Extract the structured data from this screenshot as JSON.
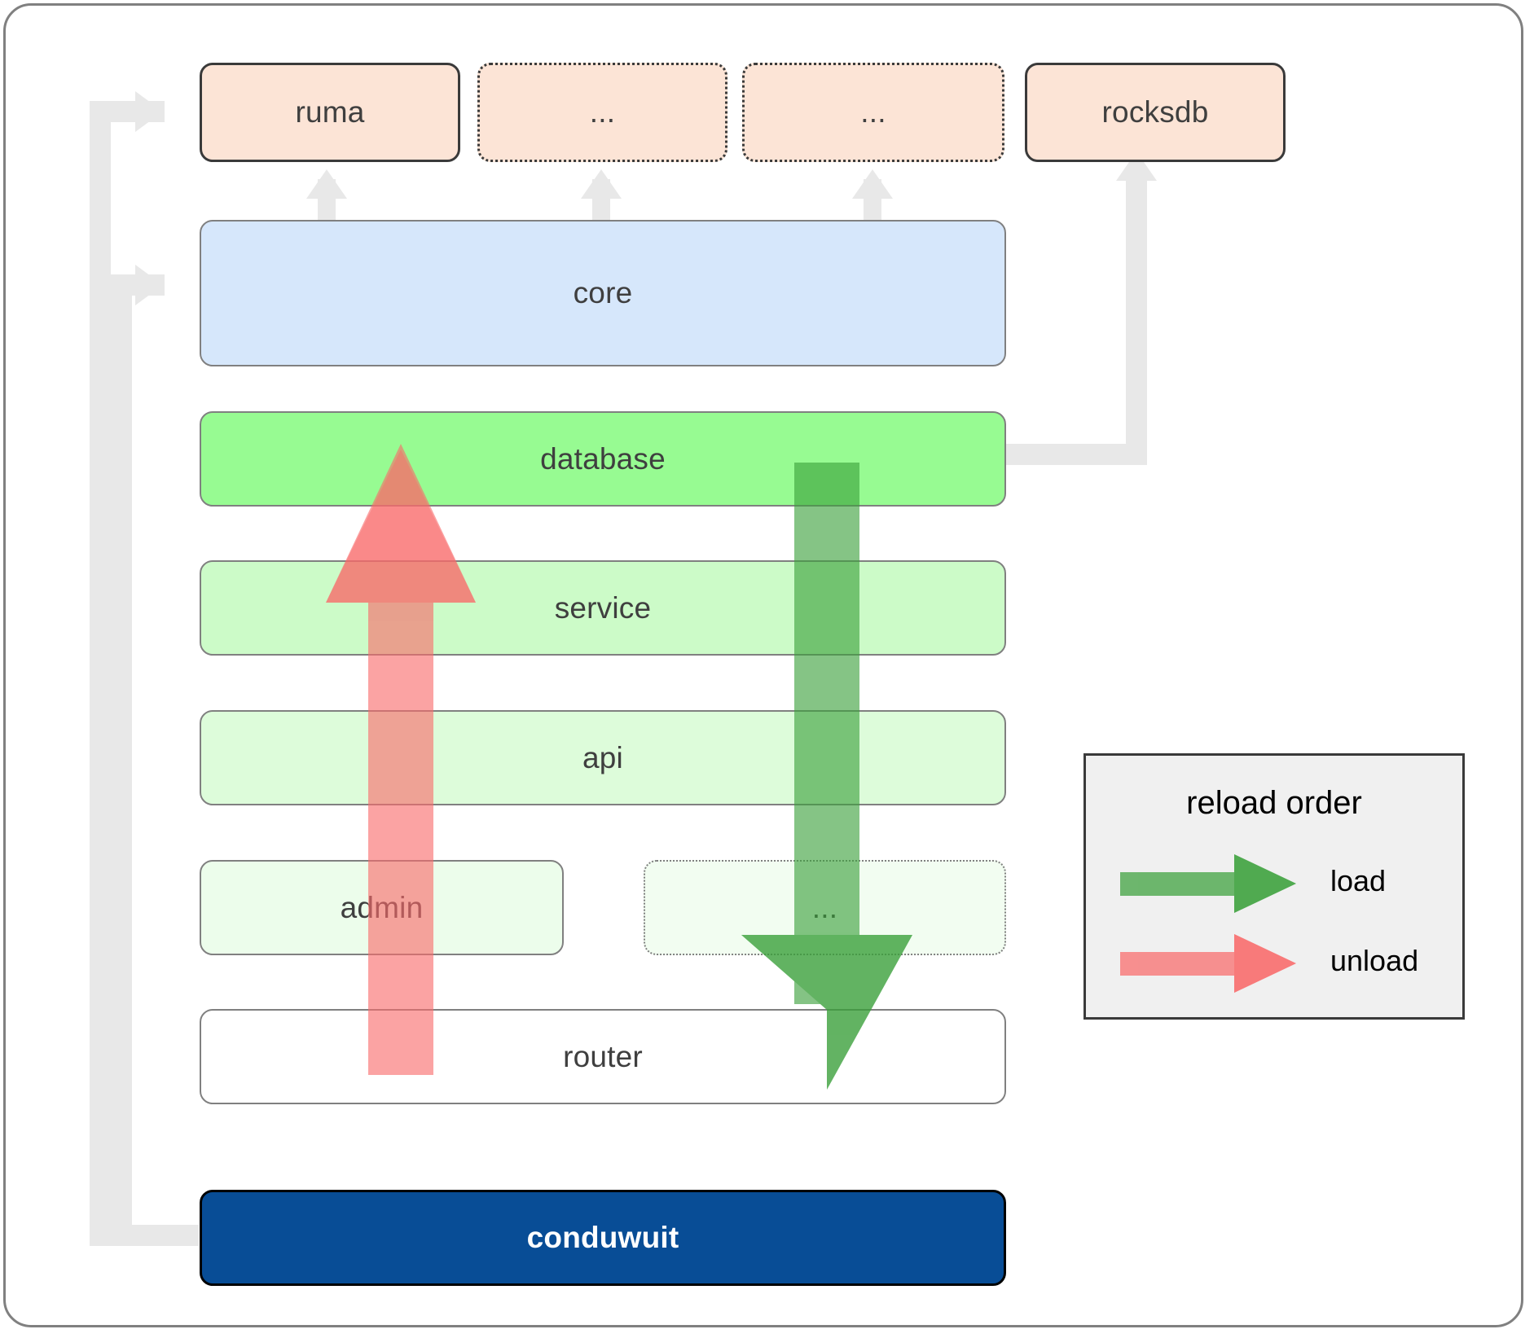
{
  "diagram": {
    "title": "conduwuit crate layer / reload order diagram",
    "background": "#ffffff",
    "frame_border_color": "#808080"
  },
  "external_layer": {
    "nodes": [
      {
        "id": "ruma",
        "label": "ruma",
        "fill": "#fce4d6",
        "border_style": "solid",
        "border_color": "#3a3a3a"
      },
      {
        "id": "ext1",
        "label": "...",
        "fill": "#fce4d6",
        "border_style": "dotted",
        "border_color": "#3a3a3a"
      },
      {
        "id": "ext2",
        "label": "...",
        "fill": "#fce4d6",
        "border_style": "dotted",
        "border_color": "#3a3a3a"
      },
      {
        "id": "rocksdb",
        "label": "rocksdb",
        "fill": "#fce4d6",
        "border_style": "solid",
        "border_color": "#3a3a3a"
      }
    ]
  },
  "crate_layers": [
    {
      "id": "core",
      "label": "core",
      "fill": "#d6e7fb",
      "border_style": "solid",
      "border_color": "#808080"
    },
    {
      "id": "database",
      "label": "database",
      "fill": "#97fb92",
      "border_style": "solid",
      "border_color": "#808080"
    },
    {
      "id": "service",
      "label": "service",
      "fill": "#ccfbc8",
      "border_style": "solid",
      "border_color": "#808080"
    },
    {
      "id": "api",
      "label": "api",
      "fill": "#ddfcda",
      "border_style": "solid",
      "border_color": "#808080"
    },
    {
      "id": "admin",
      "label": "admin",
      "fill": "#ecfdeb",
      "border_style": "solid",
      "border_color": "#808080"
    },
    {
      "id": "more",
      "label": "...",
      "fill": "#f2fdf1",
      "border_style": "dotted",
      "border_color": "#808080"
    },
    {
      "id": "router",
      "label": "router",
      "fill": "#ffffff",
      "border_style": "solid",
      "border_color": "#808080"
    }
  ],
  "binary": {
    "id": "conduwuit",
    "label": "conduwuit",
    "fill": "#084d96",
    "text_color": "#ffffff",
    "border_color": "#000000"
  },
  "legend": {
    "title": "reload order",
    "background": "#f0f0f0",
    "border_color": "#3a3a3a",
    "items": [
      {
        "id": "load",
        "label": "load",
        "color": "#4caf50",
        "direction": "down"
      },
      {
        "id": "unload",
        "label": "unload",
        "color": "#fa8282",
        "direction": "up"
      }
    ]
  },
  "flow_arrows": [
    {
      "id": "unload-arrow",
      "label": "unload",
      "color": "#fa8282",
      "direction": "up",
      "from": "router",
      "to": "database"
    },
    {
      "id": "load-arrow",
      "label": "load",
      "color": "#4caf50",
      "direction": "down",
      "from": "database",
      "to": "router"
    }
  ],
  "dependency_connectors": [
    {
      "id": "conduwuit-to-ruma",
      "from": "conduwuit",
      "to": "ruma",
      "color": "#e8e8e8"
    },
    {
      "id": "conduwuit-to-core",
      "from": "conduwuit",
      "to": "core",
      "color": "#e8e8e8"
    },
    {
      "id": "core-to-ruma",
      "from": "core",
      "to": "ruma",
      "color": "#e8e8e8"
    },
    {
      "id": "core-to-ext1",
      "from": "core",
      "to": "ext1",
      "color": "#e8e8e8"
    },
    {
      "id": "core-to-ext2",
      "from": "core",
      "to": "ext2",
      "color": "#e8e8e8"
    },
    {
      "id": "database-to-rocksdb",
      "from": "database",
      "to": "rocksdb",
      "color": "#e8e8e8"
    }
  ]
}
